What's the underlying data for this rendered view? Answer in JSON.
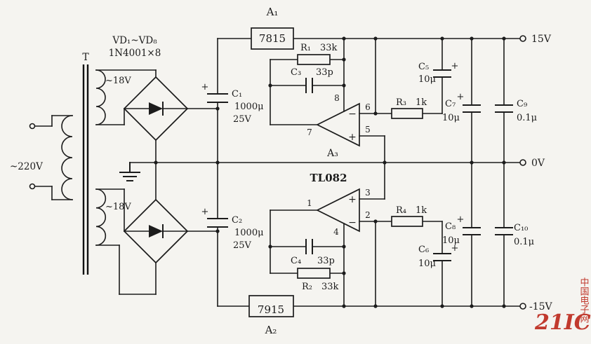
{
  "t": {
    "a1": "A₁",
    "reg1": "7815",
    "a2": "A₂",
    "reg2": "7915",
    "a3": "A₃",
    "ic": "TL082",
    "vd": "VD₁~VD₈",
    "vd2": "1N4001×8",
    "t": "T",
    "mains": "~220V",
    "v18": "~18V",
    "r1": "R₁",
    "r1v": "33k",
    "r2": "R₂",
    "r2v": "33k",
    "r3": "R₃",
    "r3v": "1k",
    "r4": "R₄",
    "r4v": "1k",
    "c1": "C₁",
    "c1v": "1000μ",
    "c1vv": "25V",
    "c2": "C₂",
    "c2v": "1000μ",
    "c2vv": "25V",
    "c3": "C₃",
    "c3v": "33p",
    "c4": "C₄",
    "c4v": "33p",
    "c5": "C₅",
    "c5v": "10μ",
    "c6": "C₆",
    "c6v": "10μ",
    "c7": "C₇",
    "c7v": "10μ",
    "c8": "C₈",
    "c8v": "10μ",
    "c9": "C₉",
    "c9v": "0.1μ",
    "c10": "C₁₀",
    "c10v": "0.1μ",
    "p1": "1",
    "p2": "2",
    "p3": "3",
    "p4": "4",
    "p5": "5",
    "p6": "6",
    "p7": "7",
    "p8": "8",
    "pol": "+",
    "plus": "+",
    "minus": "−",
    "out_pos": "15V",
    "out_zero": "0V",
    "out_neg": "-15V"
  },
  "watermark": {
    "brand": "21IC",
    "site": "中国电子网",
    "color": "#c13a2e"
  },
  "colors": {
    "ink": "#1c1c1c",
    "paper": "#f5f4f0",
    "red": "#c13a2e"
  }
}
